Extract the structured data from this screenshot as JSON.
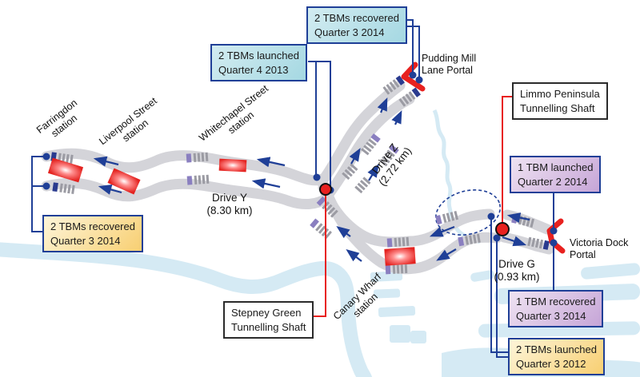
{
  "figure_name": "Crossrail tunnelling drives map",
  "colors": {
    "navy": "#1f3f97",
    "red": "#e8211f",
    "tunnel": "#d4d4d9",
    "water": "#d5eaf4",
    "stripe": "#9b9ba3",
    "purple": "#8a7fc0",
    "marker_navy": "#2a3b8f",
    "cyan1": "#d3ecf1",
    "cyan2": "#a5d8e2",
    "lav1": "#efe3f2",
    "lav2": "#c6a5d7",
    "yel1": "#fdf5d9",
    "yel2": "#f8cf72",
    "box_border": "#1f3f97",
    "shaft_border": "#2b2b2b",
    "text": "#1a1a1a",
    "station_red": "#e8211f"
  },
  "boxes": {
    "pml_recovered": {
      "line1": "2 TBMs recovered",
      "line2": "Quarter 3 2014"
    },
    "launched_2013": {
      "line1": "2 TBMs launched",
      "line2": "Quarter 4 2013"
    },
    "limmo_shaft": {
      "line1": "Limmo Peninsula",
      "line2": "Tunnelling Shaft"
    },
    "launched_q2_2014": {
      "line1": "1 TBM launched",
      "line2": "Quarter 2 2014"
    },
    "recovered_q3_2014": {
      "line1": "1 TBM recovered",
      "line2": "Quarter 3 2014"
    },
    "launched_2012": {
      "line1": "2 TBMs launched",
      "line2": "Quarter 3 2012"
    },
    "west_recovered": {
      "line1": "2 TBMs recovered",
      "line2": "Quarter 3 2014"
    },
    "stepney_shaft": {
      "line1": "Stepney Green",
      "line2": "Tunnelling Shaft"
    }
  },
  "labels": {
    "pudding_mill": {
      "line1": "Pudding Mill",
      "line2": "Lane Portal"
    },
    "victoria_dock": {
      "line1": "Victoria Dock",
      "line2": "Portal"
    },
    "farringdon": {
      "line1": "Farringdon",
      "line2": "station"
    },
    "liverpool_street": {
      "line1": "Liverpool Street",
      "line2": "station"
    },
    "whitechapel_street": {
      "line1": "Whitechapel Street",
      "line2": "station"
    },
    "canary_wharf": {
      "line1": "Canary Wharf",
      "line2": "station"
    },
    "drive_y": {
      "line1": "Drive Y",
      "line2": "(8.30 km)"
    },
    "drive_z": {
      "line1": "Drive Z",
      "line2": "(2.72 km)"
    },
    "drive_g": {
      "line1": "Drive G",
      "line2": "(0.93 km)"
    }
  }
}
